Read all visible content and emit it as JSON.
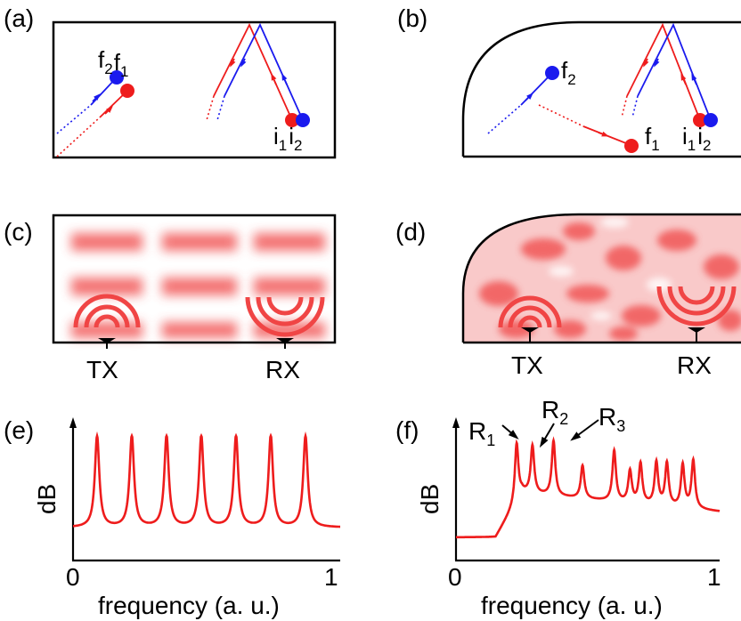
{
  "panels": {
    "a": {
      "label": "(a)",
      "init": [
        "i",
        "1",
        "i",
        "2"
      ],
      "final": [
        "f",
        "2",
        "f",
        "1"
      ]
    },
    "b": {
      "label": "(b)",
      "init": [
        "i",
        "1",
        "i",
        "2"
      ],
      "final": [
        "f",
        "2",
        "f",
        "1"
      ]
    },
    "c": {
      "label": "(c)",
      "tx": "TX",
      "rx": "RX"
    },
    "d": {
      "label": "(d)",
      "tx": "TX",
      "rx": "RX"
    },
    "e": {
      "label": "(e)",
      "ylabel": "dB",
      "xlabel": "frequency (a. u.)",
      "x0": "0",
      "x1": "1"
    },
    "f": {
      "label": "(f)",
      "ylabel": "dB",
      "xlabel": "frequency (a. u.)",
      "x0": "0",
      "x1": "1",
      "peaks": [
        [
          "R",
          "1"
        ],
        [
          "R",
          "2"
        ],
        [
          "R",
          "3"
        ]
      ]
    }
  },
  "colors": {
    "red": "#ee1c1c",
    "blue": "#1a1aee",
    "wave": "#f04545"
  },
  "chart_data": [
    {
      "type": "line",
      "panel": "e",
      "xlabel": "frequency (a. u.)",
      "ylabel": "dB",
      "xlim": [
        0,
        1
      ],
      "peaks_x": [
        0.09,
        0.22,
        0.35,
        0.48,
        0.61,
        0.74,
        0.87
      ],
      "shape": "periodic equally spaced resonances"
    },
    {
      "type": "line",
      "panel": "f",
      "xlabel": "frequency (a. u.)",
      "ylabel": "dB",
      "xlim": [
        0,
        1
      ],
      "peaks_x": [
        0.23,
        0.29,
        0.37,
        0.48,
        0.6,
        0.66,
        0.7,
        0.76,
        0.8,
        0.86,
        0.9
      ],
      "shape": "irregular chaotic resonances"
    }
  ]
}
